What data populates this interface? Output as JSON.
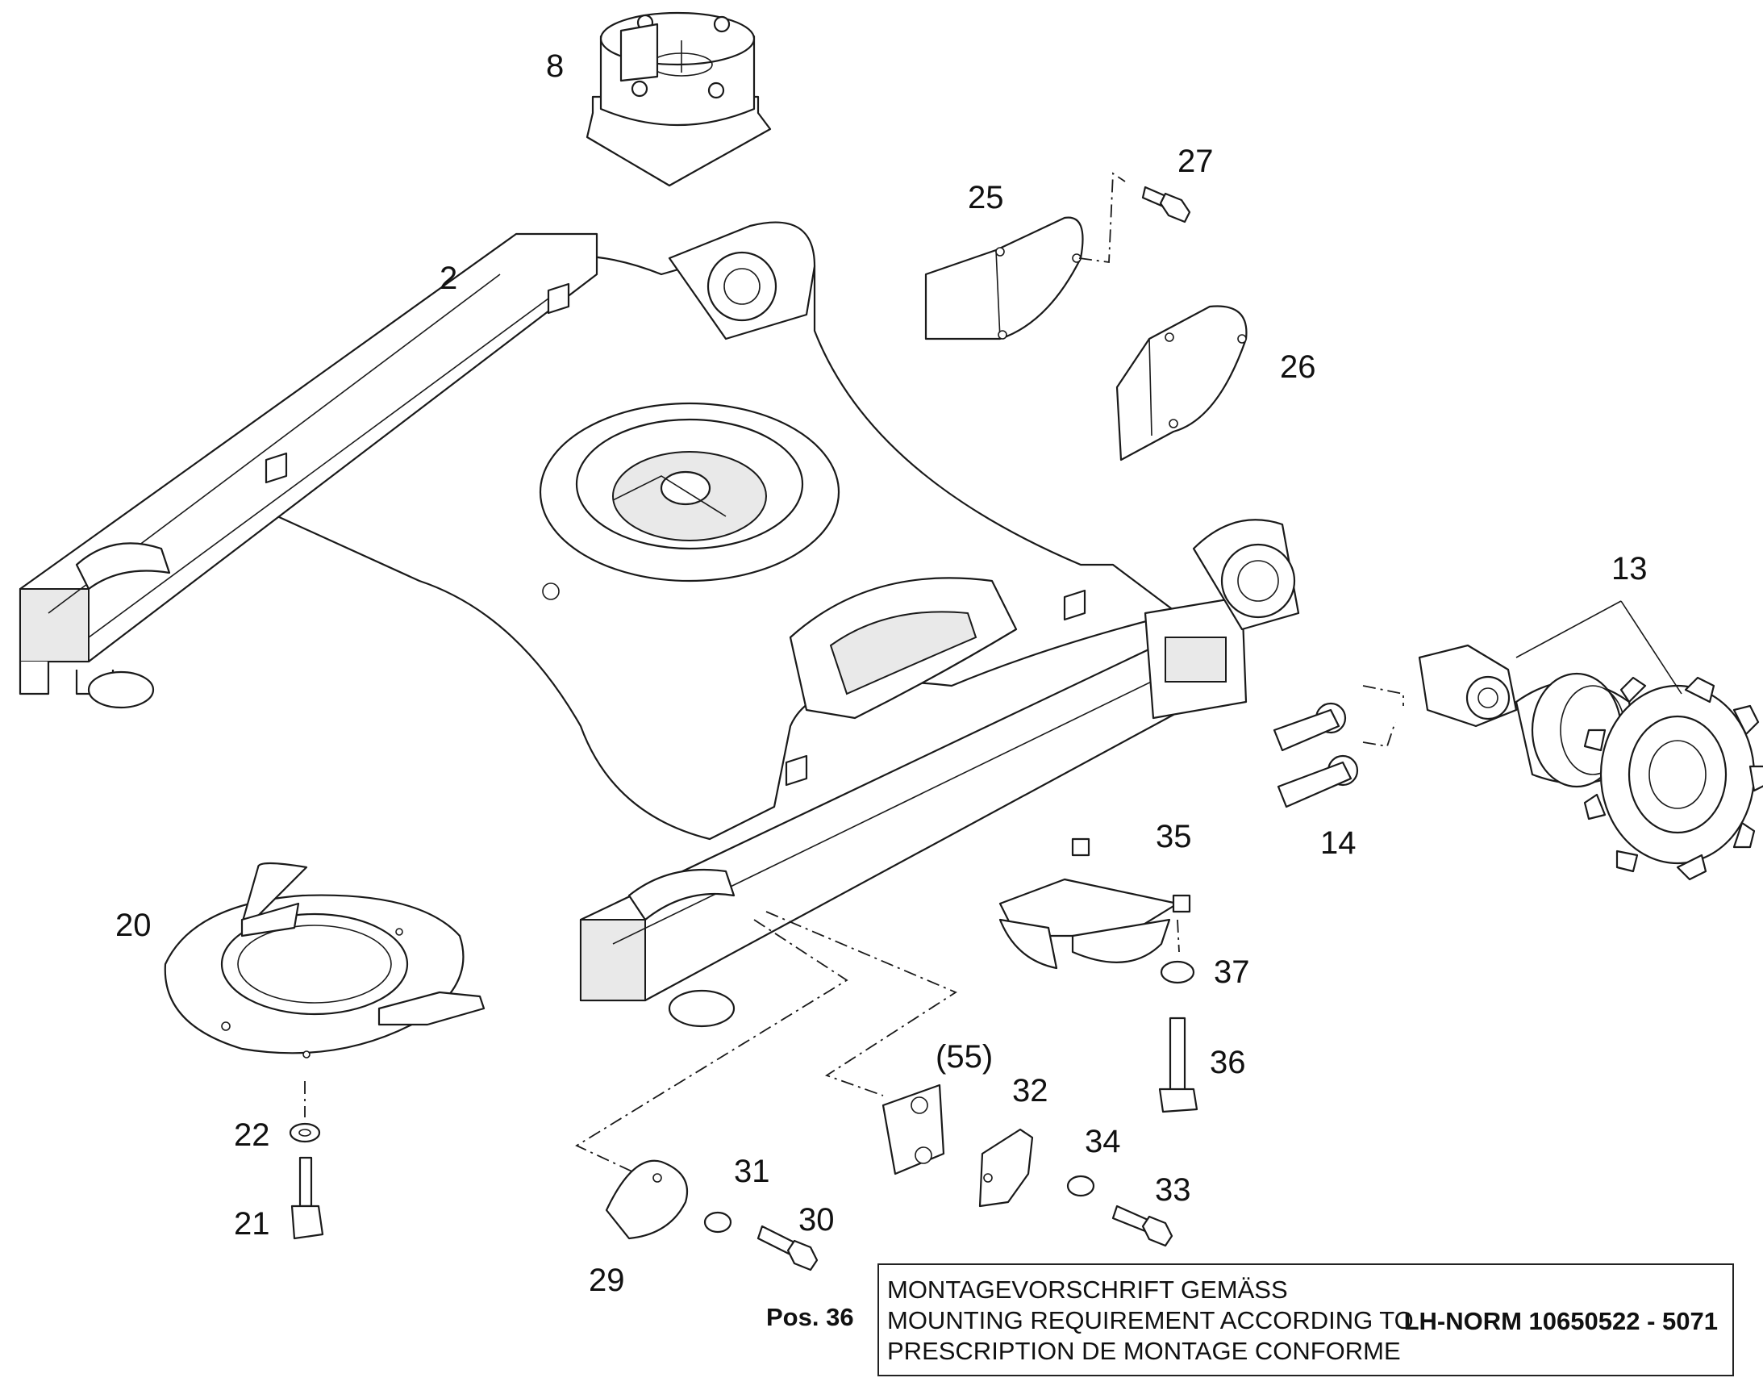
{
  "callouts": {
    "c2": "2",
    "c8": "8",
    "c13": "13",
    "c14": "14",
    "c20": "20",
    "c21": "21",
    "c22": "22",
    "c25": "25",
    "c26": "26",
    "c27": "27",
    "c29": "29",
    "c30": "30",
    "c31": "31",
    "c32": "32",
    "c33": "33",
    "c34": "34",
    "c35": "35",
    "c36": "36",
    "c37": "37",
    "c55": "(55)"
  },
  "note": {
    "pos_label": "Pos. 36",
    "line_de": "MONTAGEVORSCHRIFT GEMÄSS",
    "line_en": "MOUNTING REQUIREMENT ACCORDING TO",
    "line_fr": "PRESCRIPTION DE MONTAGE CONFORME",
    "norm": "LH-NORM 10650522 - 5071"
  }
}
